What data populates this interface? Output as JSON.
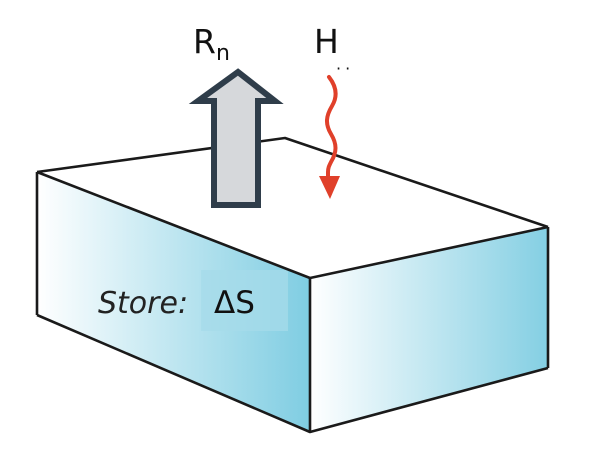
{
  "diagram": {
    "labels": {
      "net_radiation": "R",
      "net_radiation_subscript": "n",
      "sensible_heat": "H",
      "sensible_heat_marks": "··",
      "store_prefix": "Store:",
      "store_symbol": "ΔS"
    },
    "colors": {
      "box_edge": "#1a1a1a",
      "box_face_light": "#ffffff",
      "box_face_dark": "#7fcde2",
      "top_face": "#ffffff",
      "up_arrow_fill": "#d6d8db",
      "up_arrow_outline": "#2f3d4a",
      "heat_arrow": "#e0402a",
      "delta_patch": "#a6dbea"
    },
    "elements": {
      "up_arrow": "net-radiation-arrow (upward, outgoing)",
      "wavy_arrow": "sensible-heat-arrow (downward, incoming)",
      "box": "storage-volume"
    }
  }
}
